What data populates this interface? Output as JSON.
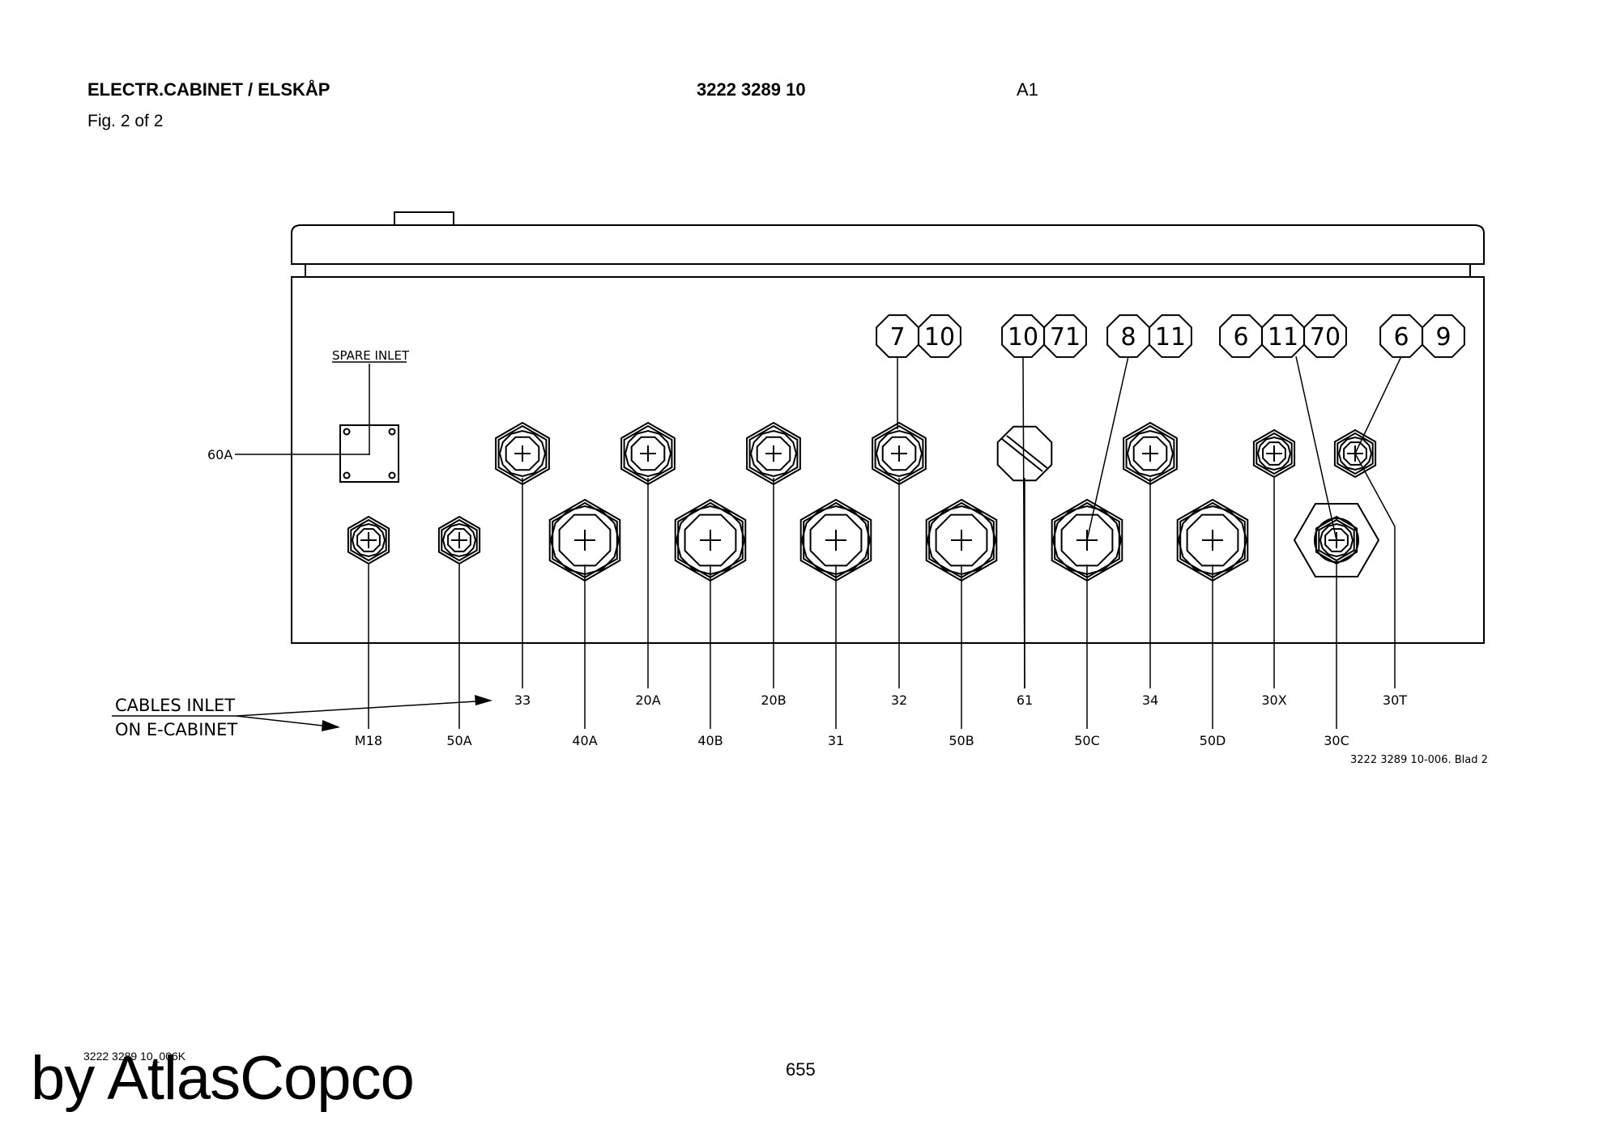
{
  "header": {
    "title": "ELECTR.CABINET / ELSKÅP",
    "figure": "Fig. 2 of 2",
    "part_number": "3222 3289 10",
    "sheet": "A1"
  },
  "footer": {
    "doc_ref": "3222 3289 10_006K",
    "brand": "by AtlasCopco",
    "page_number": "655"
  },
  "drawing": {
    "spare_inlet_label": "SPARE INLET",
    "cables_inlet_label_line1": "CABLES INLET",
    "cables_inlet_label_line2": "ON E-CABINET",
    "drawing_ref": "3222 3289 10-006. Blad 2",
    "spare_inlet_part": "60A",
    "upper_row_parts": [
      "33",
      "20A",
      "20B",
      "32",
      "61",
      "34",
      "30X",
      "30T"
    ],
    "lower_row_parts": [
      "M18",
      "50A",
      "40A",
      "40B",
      "31",
      "50B",
      "50C",
      "50D",
      "30C"
    ],
    "callout_groups": [
      [
        "7",
        "10"
      ],
      [
        "10",
        "71"
      ],
      [
        "8",
        "11"
      ],
      [
        "6",
        "11",
        "70"
      ],
      [
        "6",
        "9"
      ]
    ]
  }
}
